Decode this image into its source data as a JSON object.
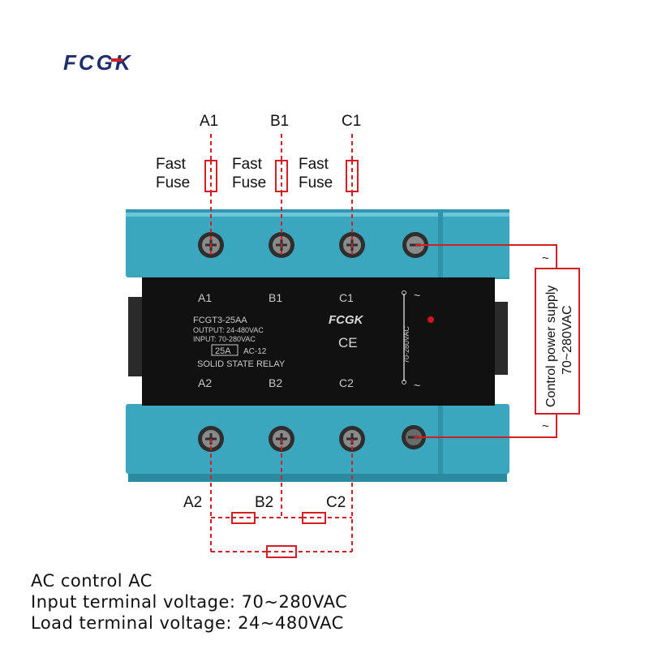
{
  "brand": {
    "logo_text": "FCGK",
    "logo_color": "#1f2f6b",
    "logo_accent": "#d01f26"
  },
  "top_terminals": [
    {
      "id": "A1",
      "label": "A1",
      "fuse_label_line1": "Fast",
      "fuse_label_line2": "Fuse"
    },
    {
      "id": "B1",
      "label": "B1",
      "fuse_label_line1": "Fast",
      "fuse_label_line2": "Fuse"
    },
    {
      "id": "C1",
      "label": "C1",
      "fuse_label_line1": "Fast",
      "fuse_label_line2": "Fuse"
    }
  ],
  "bottom_terminals": [
    {
      "id": "A2",
      "label": "A2"
    },
    {
      "id": "B2",
      "label": "B2"
    },
    {
      "id": "C2",
      "label": "C2"
    }
  ],
  "relay": {
    "body_color": "#3ba7bf",
    "panel_color": "#111111",
    "panel_labels_top": [
      "A1",
      "B1",
      "C1"
    ],
    "panel_labels_bottom": [
      "A2",
      "B2",
      "C2"
    ],
    "model": "FCGT3-25AA",
    "output": "OUTPUT: 24-480VAC",
    "input": "INPUT: 70-280VAC",
    "rating": "25A",
    "category": "AC-12",
    "type": "SOLID STATE RELAY",
    "brand": "FCGK",
    "ce": "CE",
    "control_voltage": "70-280VAC",
    "tilde": "~",
    "led_color": "#d0161b"
  },
  "control_supply": {
    "line1": "Control power supply",
    "line2": "70~280VAC",
    "tilde": "~"
  },
  "wire_color": "#d21f26",
  "notes": [
    "AC control AC",
    "Input terminal voltage: 70~280VAC",
    "Load terminal voltage: 24~480VAC"
  ]
}
